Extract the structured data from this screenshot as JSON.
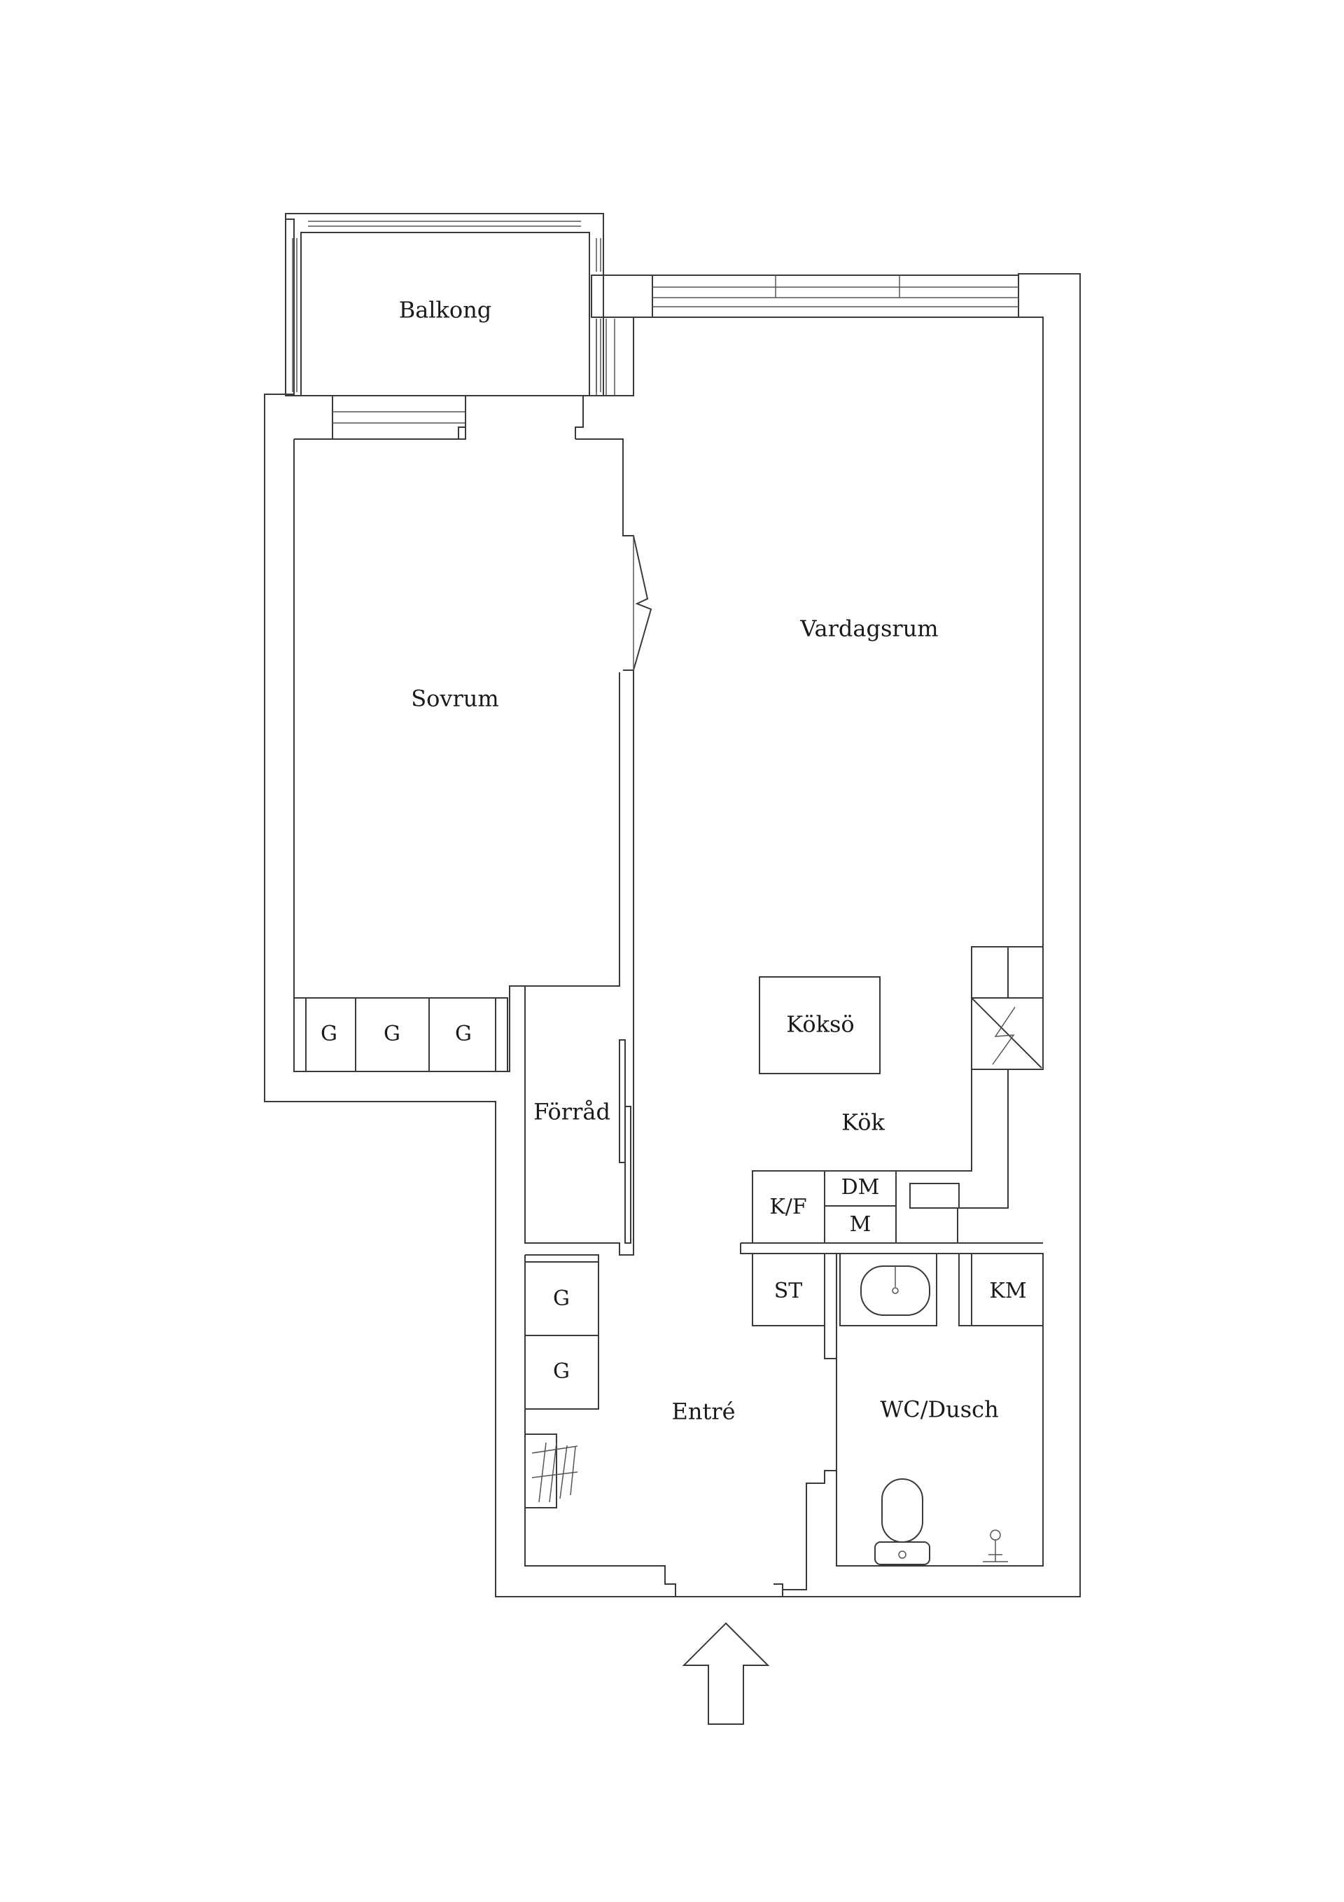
{
  "rooms": {
    "balcony": "Balkong",
    "bedroom": "Sovrum",
    "living": "Vardagsrum",
    "island": "Köksö",
    "kitchen": "Kök",
    "storage": "Förråd",
    "hall": "Entré",
    "bathroom": "WC/Dusch"
  },
  "fixtures": {
    "wardrobe": "G",
    "fridge_freezer": "K/F",
    "dishwasher": "DM",
    "microwave": "M",
    "drying_cabinet": "ST",
    "washing_machine": "KM"
  }
}
